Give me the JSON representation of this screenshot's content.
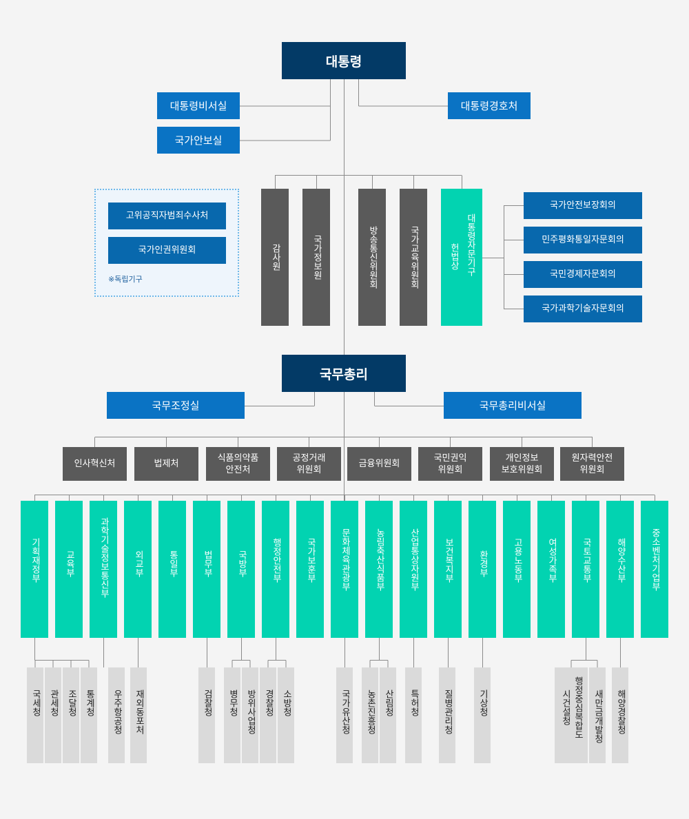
{
  "president": "대통령",
  "president_left": [
    "대통령비서실",
    "국가안보실"
  ],
  "president_right": "대통령경호처",
  "independent": {
    "items": [
      "고위공직자범죄수사처",
      "국가인권위원회"
    ],
    "note": "※독립기구"
  },
  "under_president": [
    "감사원",
    "국가정보원",
    "방송통신위원회",
    "국가교육위원회"
  ],
  "advisory": {
    "title_right": "대통령자문기구",
    "title_left": "헌법상",
    "councils": [
      "국가안전보장회의",
      "민주평화통일자문회의",
      "국민경제자문회의",
      "국가과학기술자문회의"
    ]
  },
  "prime_minister": "국무총리",
  "pm_left": "국무조정실",
  "pm_right": "국무총리비서실",
  "pm_agencies": [
    "인사혁신처",
    "법제처",
    "식품의약품\n안전처",
    "공정거래\n위원회",
    "금융위원회",
    "국민권익\n위원회",
    "개인정보\n보호위원회",
    "원자력안전\n위원회"
  ],
  "ministries": [
    "기획재정부",
    "교육부",
    "과학기술정보통신부",
    "외교부",
    "통일부",
    "법무부",
    "국방부",
    "행정안전부",
    "국가보훈부",
    "문화체육관광부",
    "농림축산식품부",
    "산업통상자원부",
    "보건복지부",
    "환경부",
    "고용노동부",
    "여성가족부",
    "국토교통부",
    "해양수산부",
    "중소벤처기업부"
  ],
  "agencies": [
    {
      "ministry": 0,
      "names": [
        "국세청",
        "관세청",
        "조달청",
        "통계청"
      ]
    },
    {
      "ministry": 2,
      "names": [
        "우주항공청"
      ]
    },
    {
      "ministry": 3,
      "names": [
        "재외동포처"
      ]
    },
    {
      "ministry": 5,
      "names": [
        "검찰청"
      ]
    },
    {
      "ministry": 6,
      "names": [
        "병무청",
        "방위사업청"
      ]
    },
    {
      "ministry": 7,
      "names": [
        "경찰청",
        "소방청"
      ]
    },
    {
      "ministry": 9,
      "names": [
        "국가유산청"
      ]
    },
    {
      "ministry": 10,
      "names": [
        "농촌진흥청",
        "산림청"
      ]
    },
    {
      "ministry": 11,
      "names": [
        "특허청"
      ]
    },
    {
      "ministry": 12,
      "names": [
        "질병관리청"
      ]
    },
    {
      "ministry": 13,
      "names": [
        "기상청"
      ]
    },
    {
      "ministry": 16,
      "names": [
        "행정중심복합도시건설청",
        "새만금개발청"
      ]
    },
    {
      "ministry": 17,
      "names": [
        "해양경찰청"
      ]
    }
  ]
}
